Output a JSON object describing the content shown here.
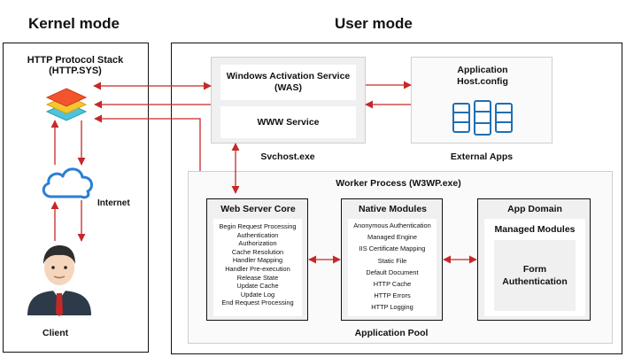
{
  "headings": {
    "kernel": "Kernel mode",
    "user": "User mode"
  },
  "kernel": {
    "stack_title_line1": "HTTP Protocol Stack",
    "stack_title_line2": "(HTTP.SYS)",
    "internet": "Internet",
    "client": "Client"
  },
  "svchost": {
    "was_line1": "Windows Activation Service",
    "was_line2": "(WAS)",
    "www": "WWW Service",
    "caption": "Svchost.exe"
  },
  "external": {
    "title_line1": "Application",
    "title_line2": "Host.config",
    "caption": "External Apps"
  },
  "worker": {
    "title": "Worker Process (W3WP.exe)",
    "caption": "Application Pool",
    "web_core": {
      "title": "Web Server Core",
      "items": [
        "Begin Request Processing",
        "Authentication",
        "Authorization",
        "Cache Resolution",
        "Handler Mapping",
        "Handler Pre-execution",
        "Release State",
        "Update Cache",
        "Update Log",
        "End Request Processing"
      ]
    },
    "native": {
      "title": "Native Modules",
      "items": [
        "Anonymous Authentication",
        "Managed Engine",
        "IIS Certificate Mapping",
        "Static File",
        "Default Document",
        "HTTP Cache",
        "HTTP Errors",
        "HTTP Logging"
      ]
    },
    "app_domain": {
      "title": "App Domain",
      "managed_title": "Managed Modules",
      "form_line1": "Form",
      "form_line2": "Authentication"
    }
  },
  "colors": {
    "arrow": "#c62828",
    "layer_top": "#f2542d",
    "layer_mid": "#f7c531",
    "layer_bottom": "#4fc3d9",
    "cloud": "#2a7fd4",
    "db": "#1f6fb2"
  }
}
